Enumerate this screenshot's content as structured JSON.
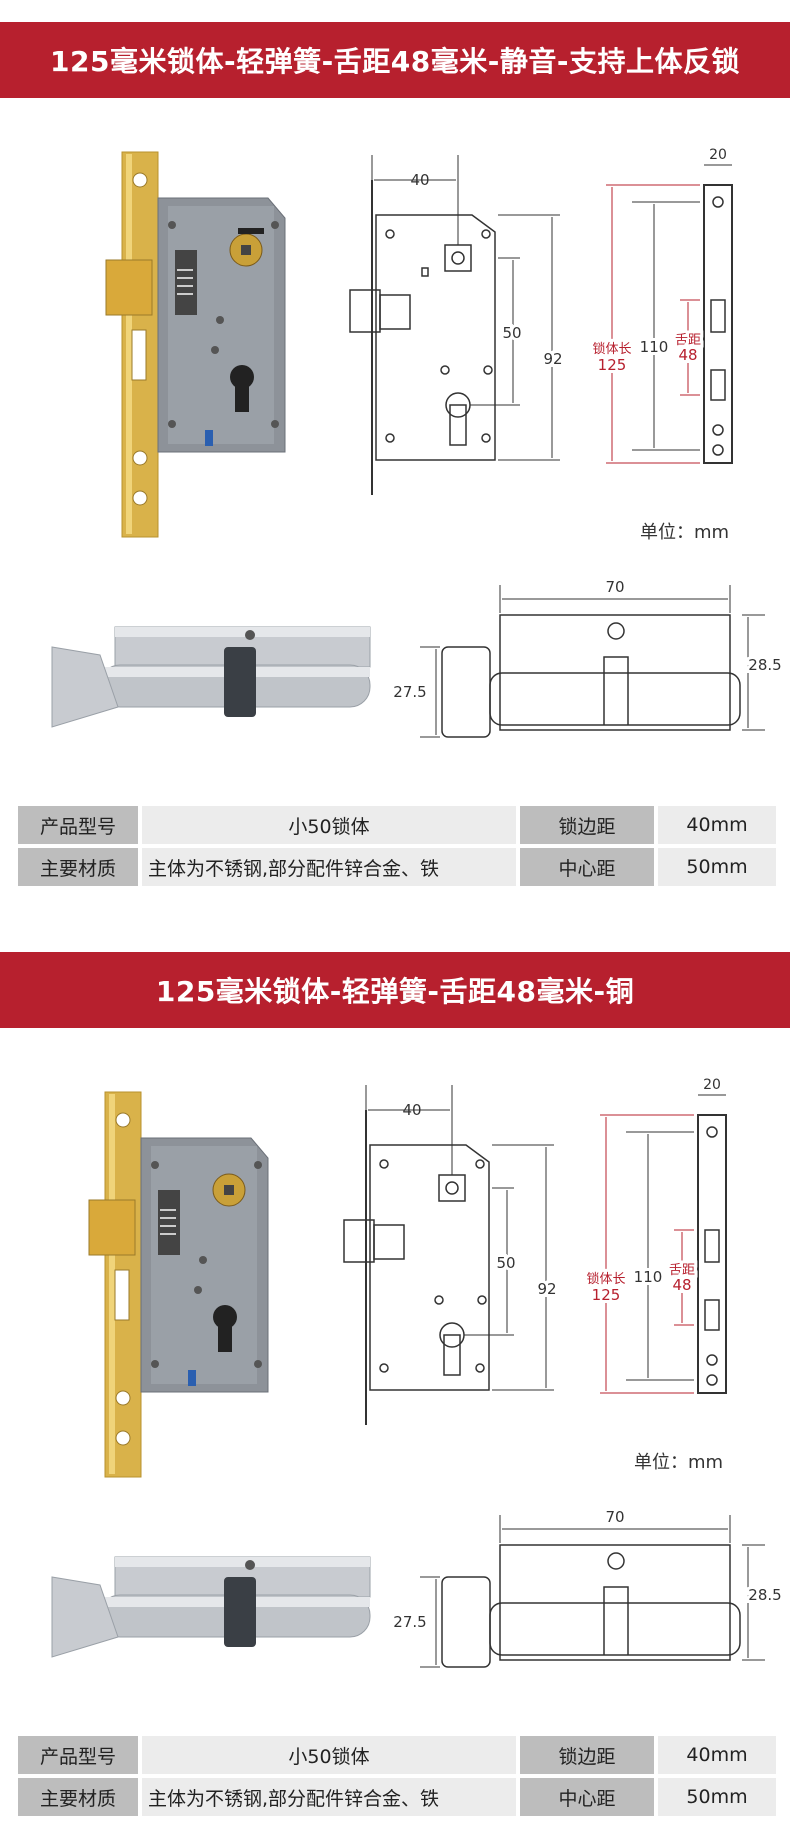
{
  "sections": [
    {
      "title": "125毫米锁体-轻弹簧-舌距48毫米-静音-支持上体反锁",
      "unit_label": "单位：mm",
      "dims": {
        "backset": "40",
        "center": "50",
        "height": "92",
        "total_len": "125",
        "total_label": "锁体长",
        "inner_len": "110",
        "bolt_label": "舌距",
        "bolt_dist": "48",
        "face_width": "20",
        "cyl_len": "70",
        "knob_dia": "27.5",
        "body_h": "28.5"
      },
      "specs": [
        {
          "label1": "产品型号",
          "value1": "小50锁体",
          "label2": "锁边距",
          "value2": "40mm"
        },
        {
          "label1": "主要材质",
          "value1": "主体为不锈钢,部分配件锌合金、铁",
          "label2": "中心距",
          "value2": "50mm"
        }
      ]
    },
    {
      "title": "125毫米锁体-轻弹簧-舌距48毫米-铜",
      "unit_label": "单位：mm",
      "dims": {
        "backset": "40",
        "center": "50",
        "height": "92",
        "total_len": "125",
        "total_label": "锁体长",
        "inner_len": "110",
        "bolt_label": "舌距",
        "bolt_dist": "48",
        "face_width": "20",
        "cyl_len": "70",
        "knob_dia": "27.5",
        "body_h": "28.5"
      },
      "specs": [
        {
          "label1": "产品型号",
          "value1": "小50锁体",
          "label2": "锁边距",
          "value2": "40mm"
        },
        {
          "label1": "主要材质",
          "value1": "主体为不锈钢,部分配件锌合金、铁",
          "label2": "中心距",
          "value2": "50mm"
        }
      ]
    }
  ],
  "colors": {
    "banner": "#b7202e",
    "dim_red": "#b7202e",
    "brass": "#d9b24a",
    "lock_gray": "#8d9299",
    "steel": "#c8cbd0"
  }
}
